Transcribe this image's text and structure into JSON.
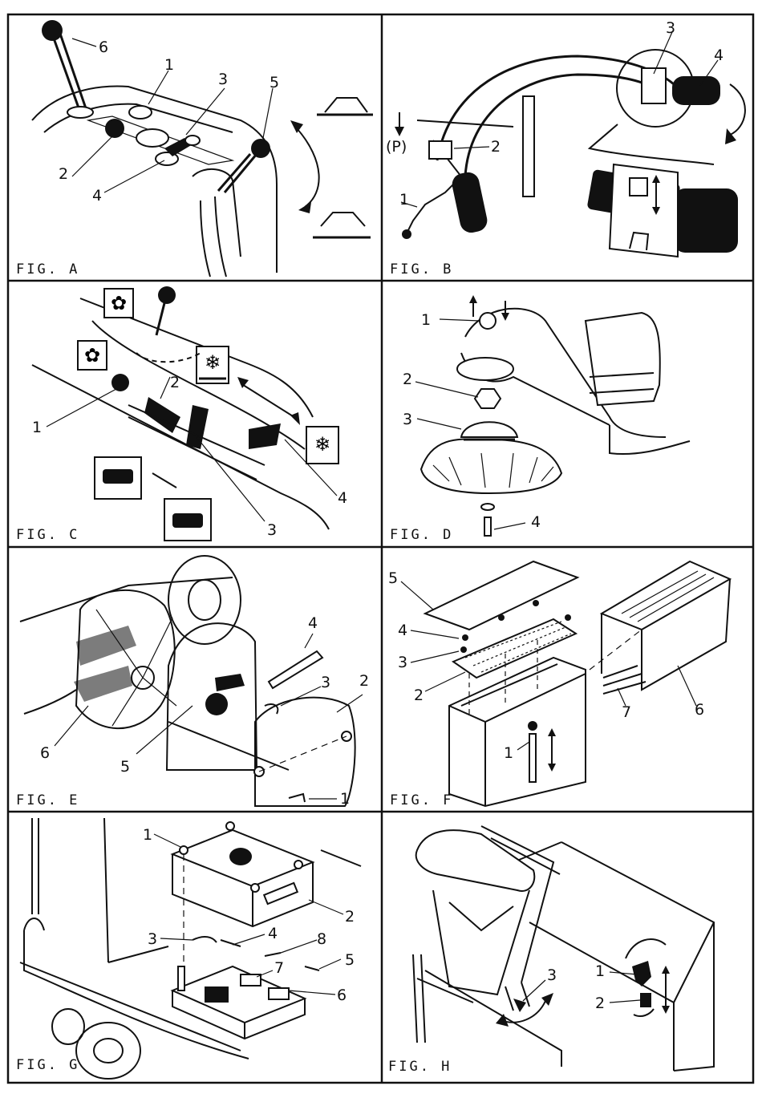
{
  "figures": [
    {
      "id": "A",
      "label": "FIG. A",
      "callouts": [
        "1",
        "2",
        "3",
        "4",
        "5",
        "6"
      ]
    },
    {
      "id": "B",
      "label": "FIG. B",
      "callouts": [
        "1",
        "2",
        "3",
        "4"
      ],
      "extra_text": "(P)"
    },
    {
      "id": "C",
      "label": "FIG. C",
      "callouts": [
        "1",
        "2",
        "3",
        "4"
      ]
    },
    {
      "id": "D",
      "label": "FIG. D",
      "callouts": [
        "1",
        "2",
        "3",
        "4"
      ]
    },
    {
      "id": "E",
      "label": "FIG. E",
      "callouts": [
        "1",
        "2",
        "3",
        "4",
        "5",
        "6"
      ]
    },
    {
      "id": "F",
      "label": "FIG. F",
      "callouts": [
        "1",
        "2",
        "3",
        "4",
        "5",
        "6",
        "7"
      ]
    },
    {
      "id": "G",
      "label": "FIG. G",
      "callouts": [
        "1",
        "2",
        "3",
        "4",
        "5",
        "6",
        "7",
        "8"
      ]
    },
    {
      "id": "H",
      "label": "FIG. H",
      "callouts": [
        "1",
        "2",
        "3"
      ]
    }
  ]
}
